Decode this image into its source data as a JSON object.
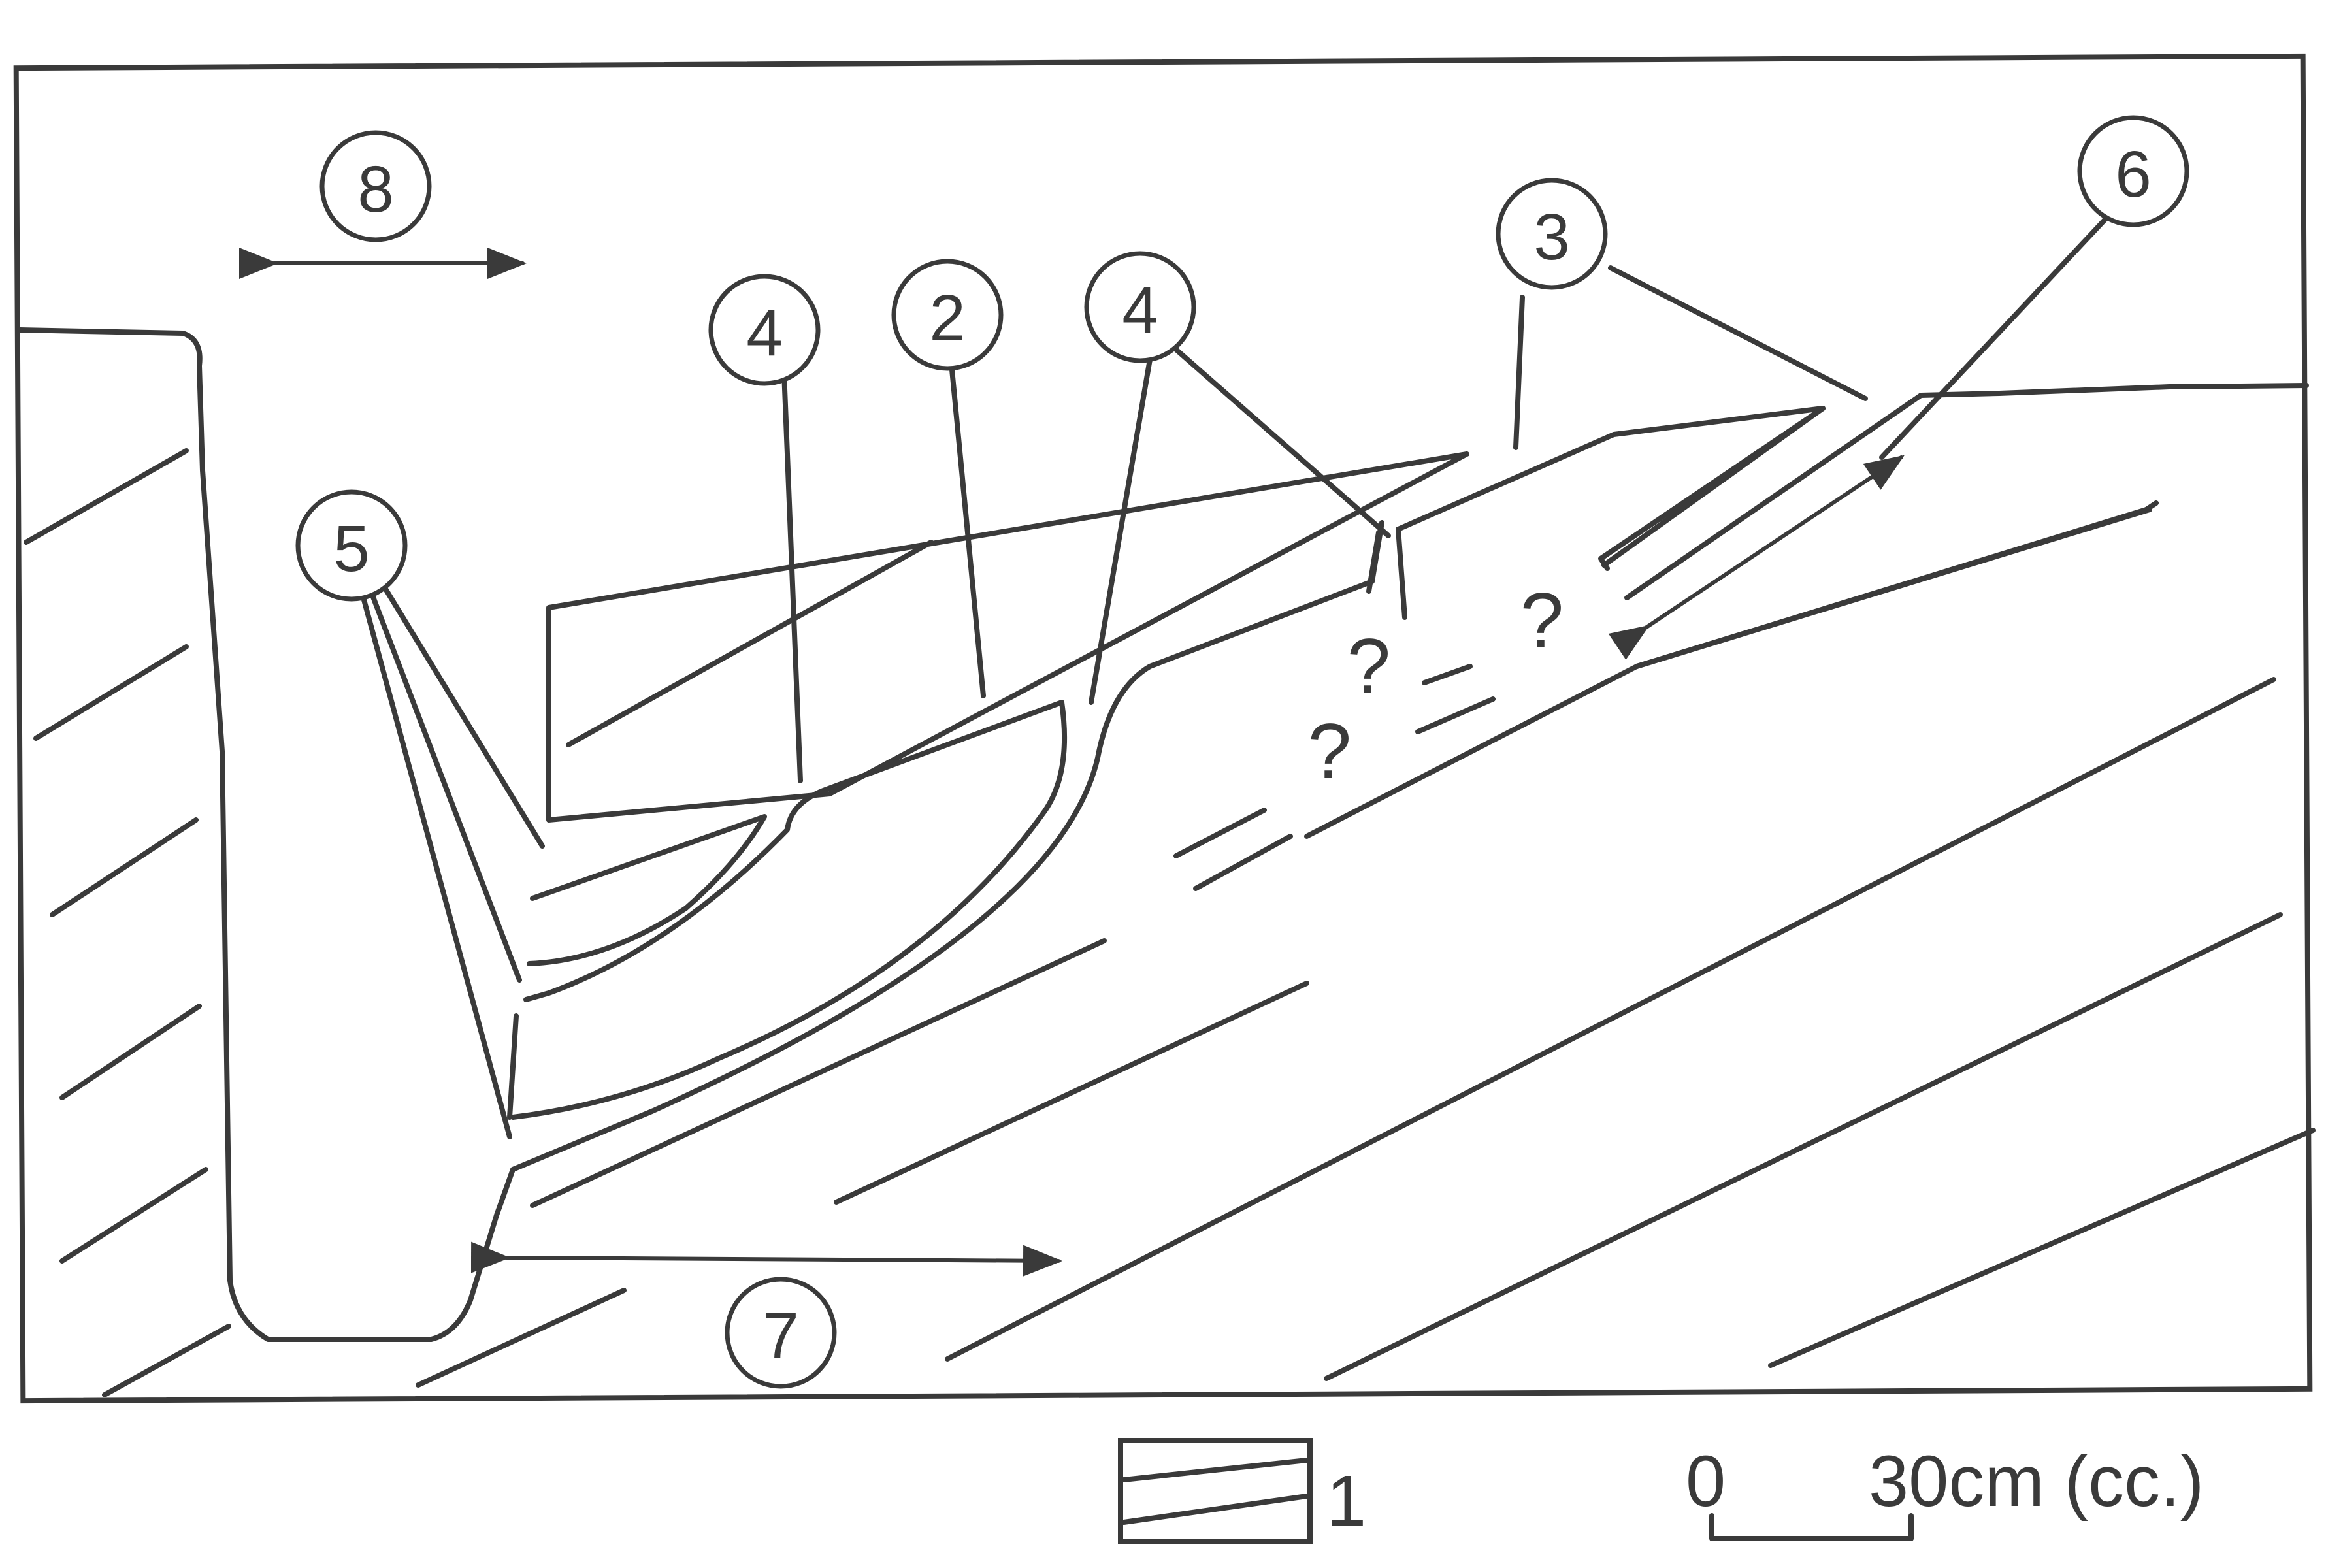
{
  "labels": {
    "l8": "8",
    "l5": "5",
    "l4a": "4",
    "l2": "2",
    "l4b": "4",
    "l3": "3",
    "l6": "6",
    "l7": "7"
  },
  "question_mark": "?",
  "legend": {
    "item_number": "1"
  },
  "scale": {
    "start": "0",
    "end": "30cm (cc.)"
  }
}
